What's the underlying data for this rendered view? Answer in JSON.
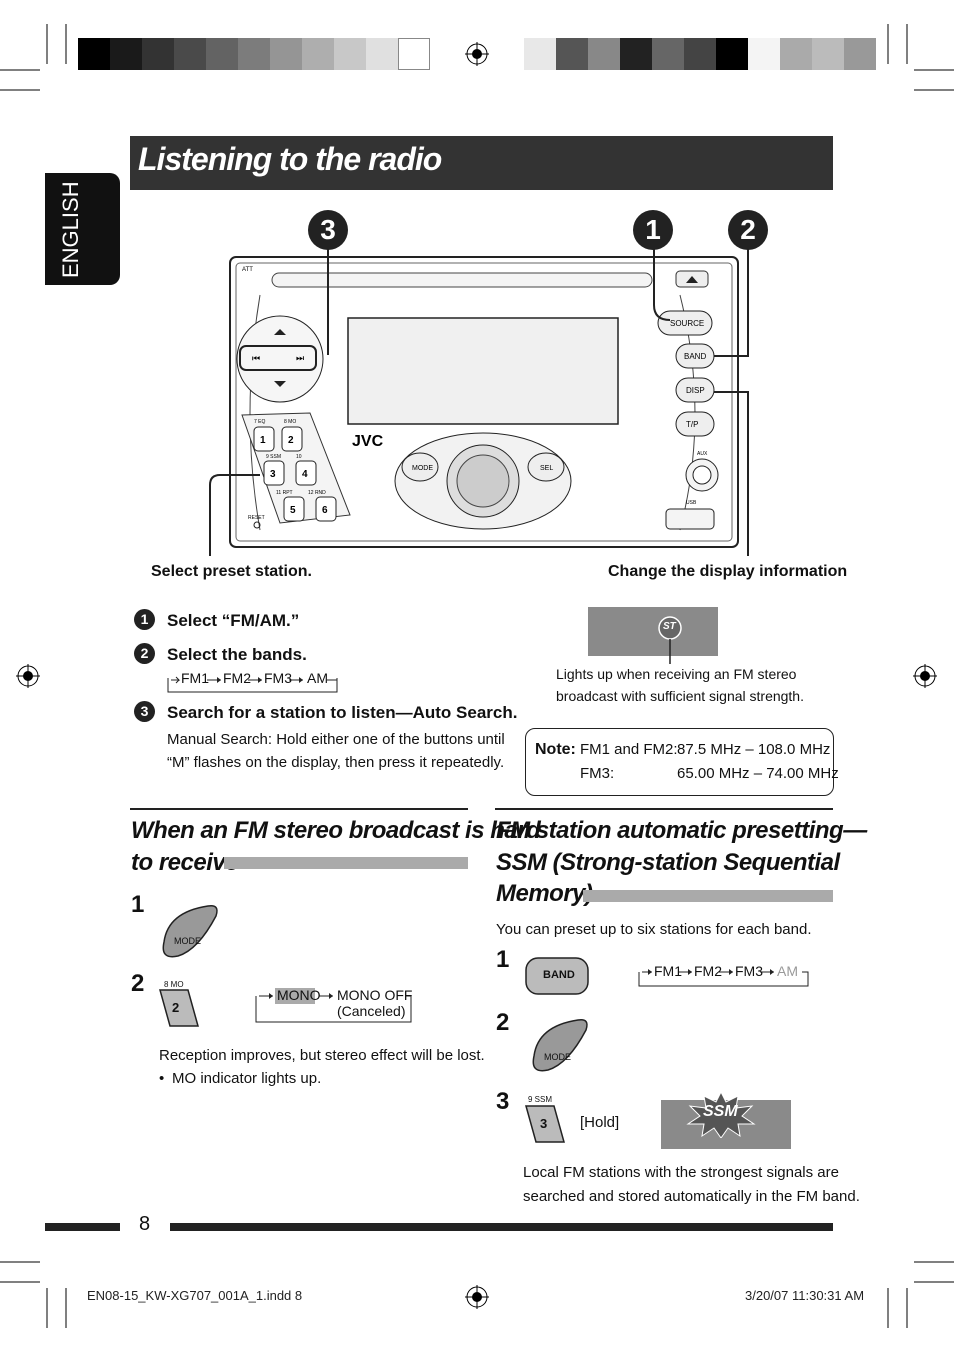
{
  "header": {
    "title": "Listening to the radio",
    "language_tab": "ENGLISH"
  },
  "diagram": {
    "callouts": [
      "3",
      "1",
      "2"
    ],
    "brand": "JVC",
    "buttons": {
      "source": "SOURCE",
      "band": "BAND",
      "disp": "DISP",
      "tp": "T/P",
      "mode": "MODE",
      "sel": "SEL",
      "aux": "AUX",
      "usb": "USB",
      "reset": "RESET",
      "att": "ATT"
    },
    "presets": [
      {
        "label": "7 EQ",
        "num": "1"
      },
      {
        "label": "8 MO",
        "num": "2"
      },
      {
        "label": "9 SSM",
        "num": "3"
      },
      {
        "label": "10",
        "num": "4"
      },
      {
        "label": "11 RPT",
        "num": "5"
      },
      {
        "label": "12 RND",
        "num": "6"
      }
    ],
    "caption_left": "Select preset station.",
    "caption_right": "Change the display information"
  },
  "steps": [
    {
      "num": "1",
      "text": "Select “FM/AM.”"
    },
    {
      "num": "2",
      "text": "Select the bands."
    },
    {
      "num": "3",
      "text": "Search for a station to listen—Auto Search."
    }
  ],
  "band_flow": [
    "FM1",
    "FM2",
    "FM3",
    "AM"
  ],
  "manual_search": "Manual Search: Hold either one of the buttons until “M” flashes on the display, then press it repeatedly.",
  "st_indicator": {
    "icon": "ST",
    "caption_line1": "Lights up when receiving an FM stereo",
    "caption_line2": "broadcast with sufficient signal strength."
  },
  "note": {
    "label": "Note:",
    "row1_band": "FM1 and FM2:",
    "row1_range": "87.5 MHz – 108.0 MHz",
    "row2_band": "FM3:",
    "row2_range": "65.00 MHz – 74.00 MHz"
  },
  "section_left": {
    "title_line1": "When an FM stereo broadcast is hard",
    "title_line2": "to receive",
    "step1_num": "1",
    "step1_button": "MODE",
    "step2_num": "2",
    "step2_button_label": "8  MO",
    "step2_button_num": "2",
    "mono_on": "MONO",
    "mono_off": "MONO OFF",
    "mono_canceled": "(Canceled)",
    "result": "Reception improves, but stereo effect will be lost.",
    "bullet": "MO indicator lights up."
  },
  "section_right": {
    "title_line1": "FM station automatic presetting—",
    "title_line2": "SSM (Strong-station Sequential",
    "title_line3": "Memory)",
    "intro": "You can preset up to six stations for each band.",
    "step1_num": "1",
    "step1_button": "BAND",
    "band_flow": [
      "FM1",
      "FM2",
      "FM3",
      "AM"
    ],
    "step2_num": "2",
    "step2_button": "MODE",
    "step3_num": "3",
    "step3_button_label": "9  SSM",
    "step3_button_num": "3",
    "hold": "[Hold]",
    "ssm_icon": "SSM",
    "result_line1": "Local FM stations with the strongest signals are",
    "result_line2": "searched and stored automatically in the FM band."
  },
  "page_number": "8",
  "footer": {
    "file": "EN08-15_KW-XG707_001A_1.indd   8",
    "date": "3/20/07   11:30:31 AM"
  },
  "colors": {
    "title_bar": "#333333",
    "lcd": "#8a8a8a",
    "rule": "#aaaaaa"
  }
}
